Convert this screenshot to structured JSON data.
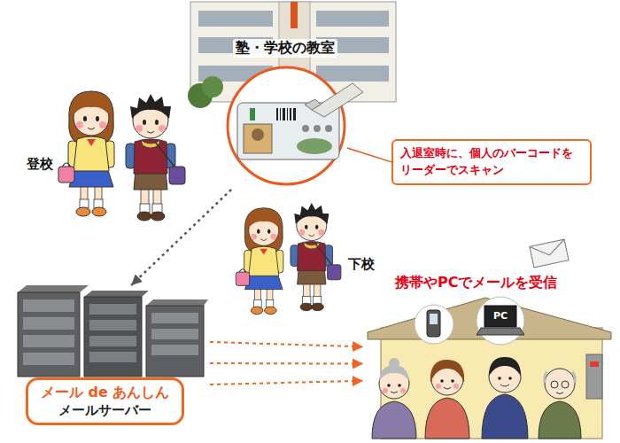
{
  "diagram": {
    "nodes": [
      {
        "text": [
          "塾・学校の教室"
        ]
      },
      {
        "text": [
          "入退室時に、個人のバーコードを リーダーでスキャン"
        ]
      },
      {
        "text": [
          "メール de あんしん",
          "メールサーバー"
        ]
      },
      {
        "text": [
          "携帯やPCでメールを受信"
        ]
      }
    ],
    "edges": [
      {
        "from": 0,
        "to": 2,
        "arrow": "to"
      },
      {
        "from": 0,
        "to": 1,
        "arrow": "none"
      },
      {
        "from": 2,
        "to": 3,
        "arrow": "to"
      },
      {
        "from": 2,
        "to": 3,
        "arrow": "to"
      },
      {
        "from": 2,
        "to": 3,
        "arrow": "to"
      }
    ],
    "labels": [
      "登校",
      "下校",
      "PC"
    ]
  }
}
